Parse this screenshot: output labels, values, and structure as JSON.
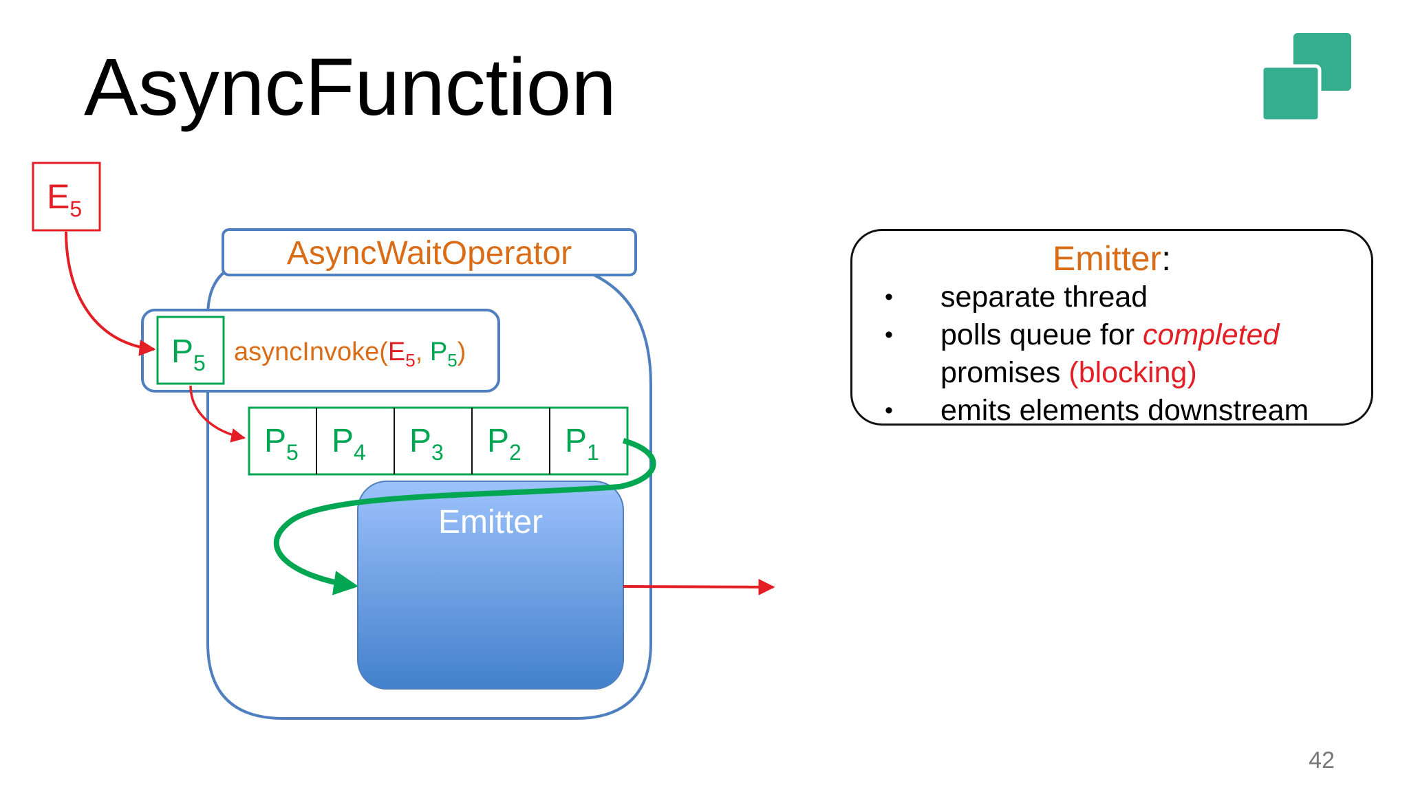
{
  "slide": {
    "title": "AsyncFunction",
    "page_number": "42"
  },
  "diagram": {
    "input_element": {
      "label": "E",
      "subscript": "5"
    },
    "operator": {
      "label": "AsyncWaitOperator"
    },
    "invoke": {
      "promise": {
        "label": "P",
        "subscript": "5"
      },
      "call_name": "asyncInvoke(",
      "arg1": "E",
      "arg1_sub": "5",
      "separator": ", ",
      "arg2": "P",
      "arg2_sub": "5",
      "close": ")"
    },
    "queue": [
      {
        "label": "P",
        "subscript": "5"
      },
      {
        "label": "P",
        "subscript": "4"
      },
      {
        "label": "P",
        "subscript": "3"
      },
      {
        "label": "P",
        "subscript": "2"
      },
      {
        "label": "P",
        "subscript": "1"
      }
    ],
    "emitter": {
      "label": "Emitter"
    }
  },
  "note": {
    "title": "Emitter",
    "title_suffix": ":",
    "items": [
      {
        "text": "separate thread"
      },
      {
        "text": "polls queue for ",
        "highlight": "completed"
      },
      {
        "text": "promises ",
        "highlight": "(blocking)",
        "no_bullet": true
      },
      {
        "text": "emits elements downstream"
      }
    ]
  },
  "colors": {
    "red": "#e31e24",
    "green": "#00a651",
    "orange": "#d96c17",
    "blue_border": "#4f7fbf",
    "emitter_top": "#9dc2fb",
    "emitter_bottom": "#4381cc",
    "logo": "#35ad8f"
  },
  "icons": {
    "logo": "stacked-squares-logo"
  }
}
